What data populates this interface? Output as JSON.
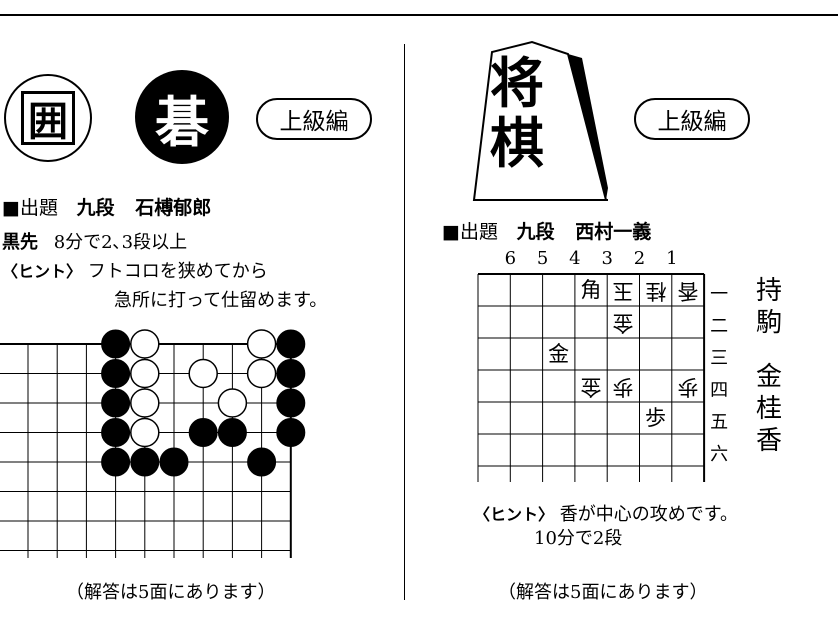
{
  "go": {
    "title_chars": [
      "囲",
      "碁"
    ],
    "level": "上級編",
    "problem_label": "■出題",
    "author_rank": "九段",
    "author_name": "石榑郁郎",
    "first_player": "黒先",
    "task": "8分で2､3段以上",
    "hint_label": "〈ヒント〉",
    "hint_line1": "フトコロを狭めてから",
    "hint_line2": "急所に打って仕留めます。",
    "answer_note": "（解答は5面にあります）",
    "stones": {
      "black": [
        [
          3,
          0
        ],
        [
          3,
          1
        ],
        [
          3,
          2
        ],
        [
          3,
          3
        ],
        [
          3,
          4
        ],
        [
          4,
          4
        ],
        [
          5,
          4
        ],
        [
          6,
          3
        ],
        [
          7,
          3
        ],
        [
          8,
          4
        ],
        [
          9,
          0
        ],
        [
          9,
          1
        ],
        [
          9,
          2
        ],
        [
          9,
          3
        ]
      ],
      "white": [
        [
          4,
          0
        ],
        [
          4,
          1
        ],
        [
          4,
          2
        ],
        [
          4,
          3
        ],
        [
          6,
          1
        ],
        [
          7,
          2
        ],
        [
          8,
          0
        ],
        [
          8,
          1
        ]
      ]
    }
  },
  "shogi": {
    "title_chars": [
      "将",
      "棋"
    ],
    "level": "上級編",
    "problem_label": "■出題",
    "author_rank": "九段",
    "author_name": "西村一義",
    "column_labels": [
      "6",
      "5",
      "4",
      "3",
      "2",
      "1"
    ],
    "row_labels": [
      "一",
      "二",
      "三",
      "四",
      "五",
      "六"
    ],
    "hand_chars": [
      "持",
      "駒",
      "金",
      "桂",
      "香"
    ],
    "pieces": [
      {
        "file": 4,
        "rank": 1,
        "char": "角",
        "side": "black"
      },
      {
        "file": 3,
        "rank": 1,
        "char": "玉",
        "side": "white"
      },
      {
        "file": 2,
        "rank": 1,
        "char": "桂",
        "side": "white"
      },
      {
        "file": 1,
        "rank": 1,
        "char": "香",
        "side": "white"
      },
      {
        "file": 3,
        "rank": 2,
        "char": "金",
        "side": "white"
      },
      {
        "file": 5,
        "rank": 3,
        "char": "金",
        "side": "black"
      },
      {
        "file": 4,
        "rank": 4,
        "char": "金",
        "side": "white"
      },
      {
        "file": 3,
        "rank": 4,
        "char": "歩",
        "side": "white"
      },
      {
        "file": 1,
        "rank": 4,
        "char": "歩",
        "side": "white"
      },
      {
        "file": 2,
        "rank": 5,
        "char": "歩",
        "side": "black"
      }
    ],
    "hint_label": "〈ヒント〉",
    "hint_line1": "香が中心の攻めです。",
    "hint_line2": "10分で2段",
    "answer_note": "（解答は5面にあります）"
  }
}
